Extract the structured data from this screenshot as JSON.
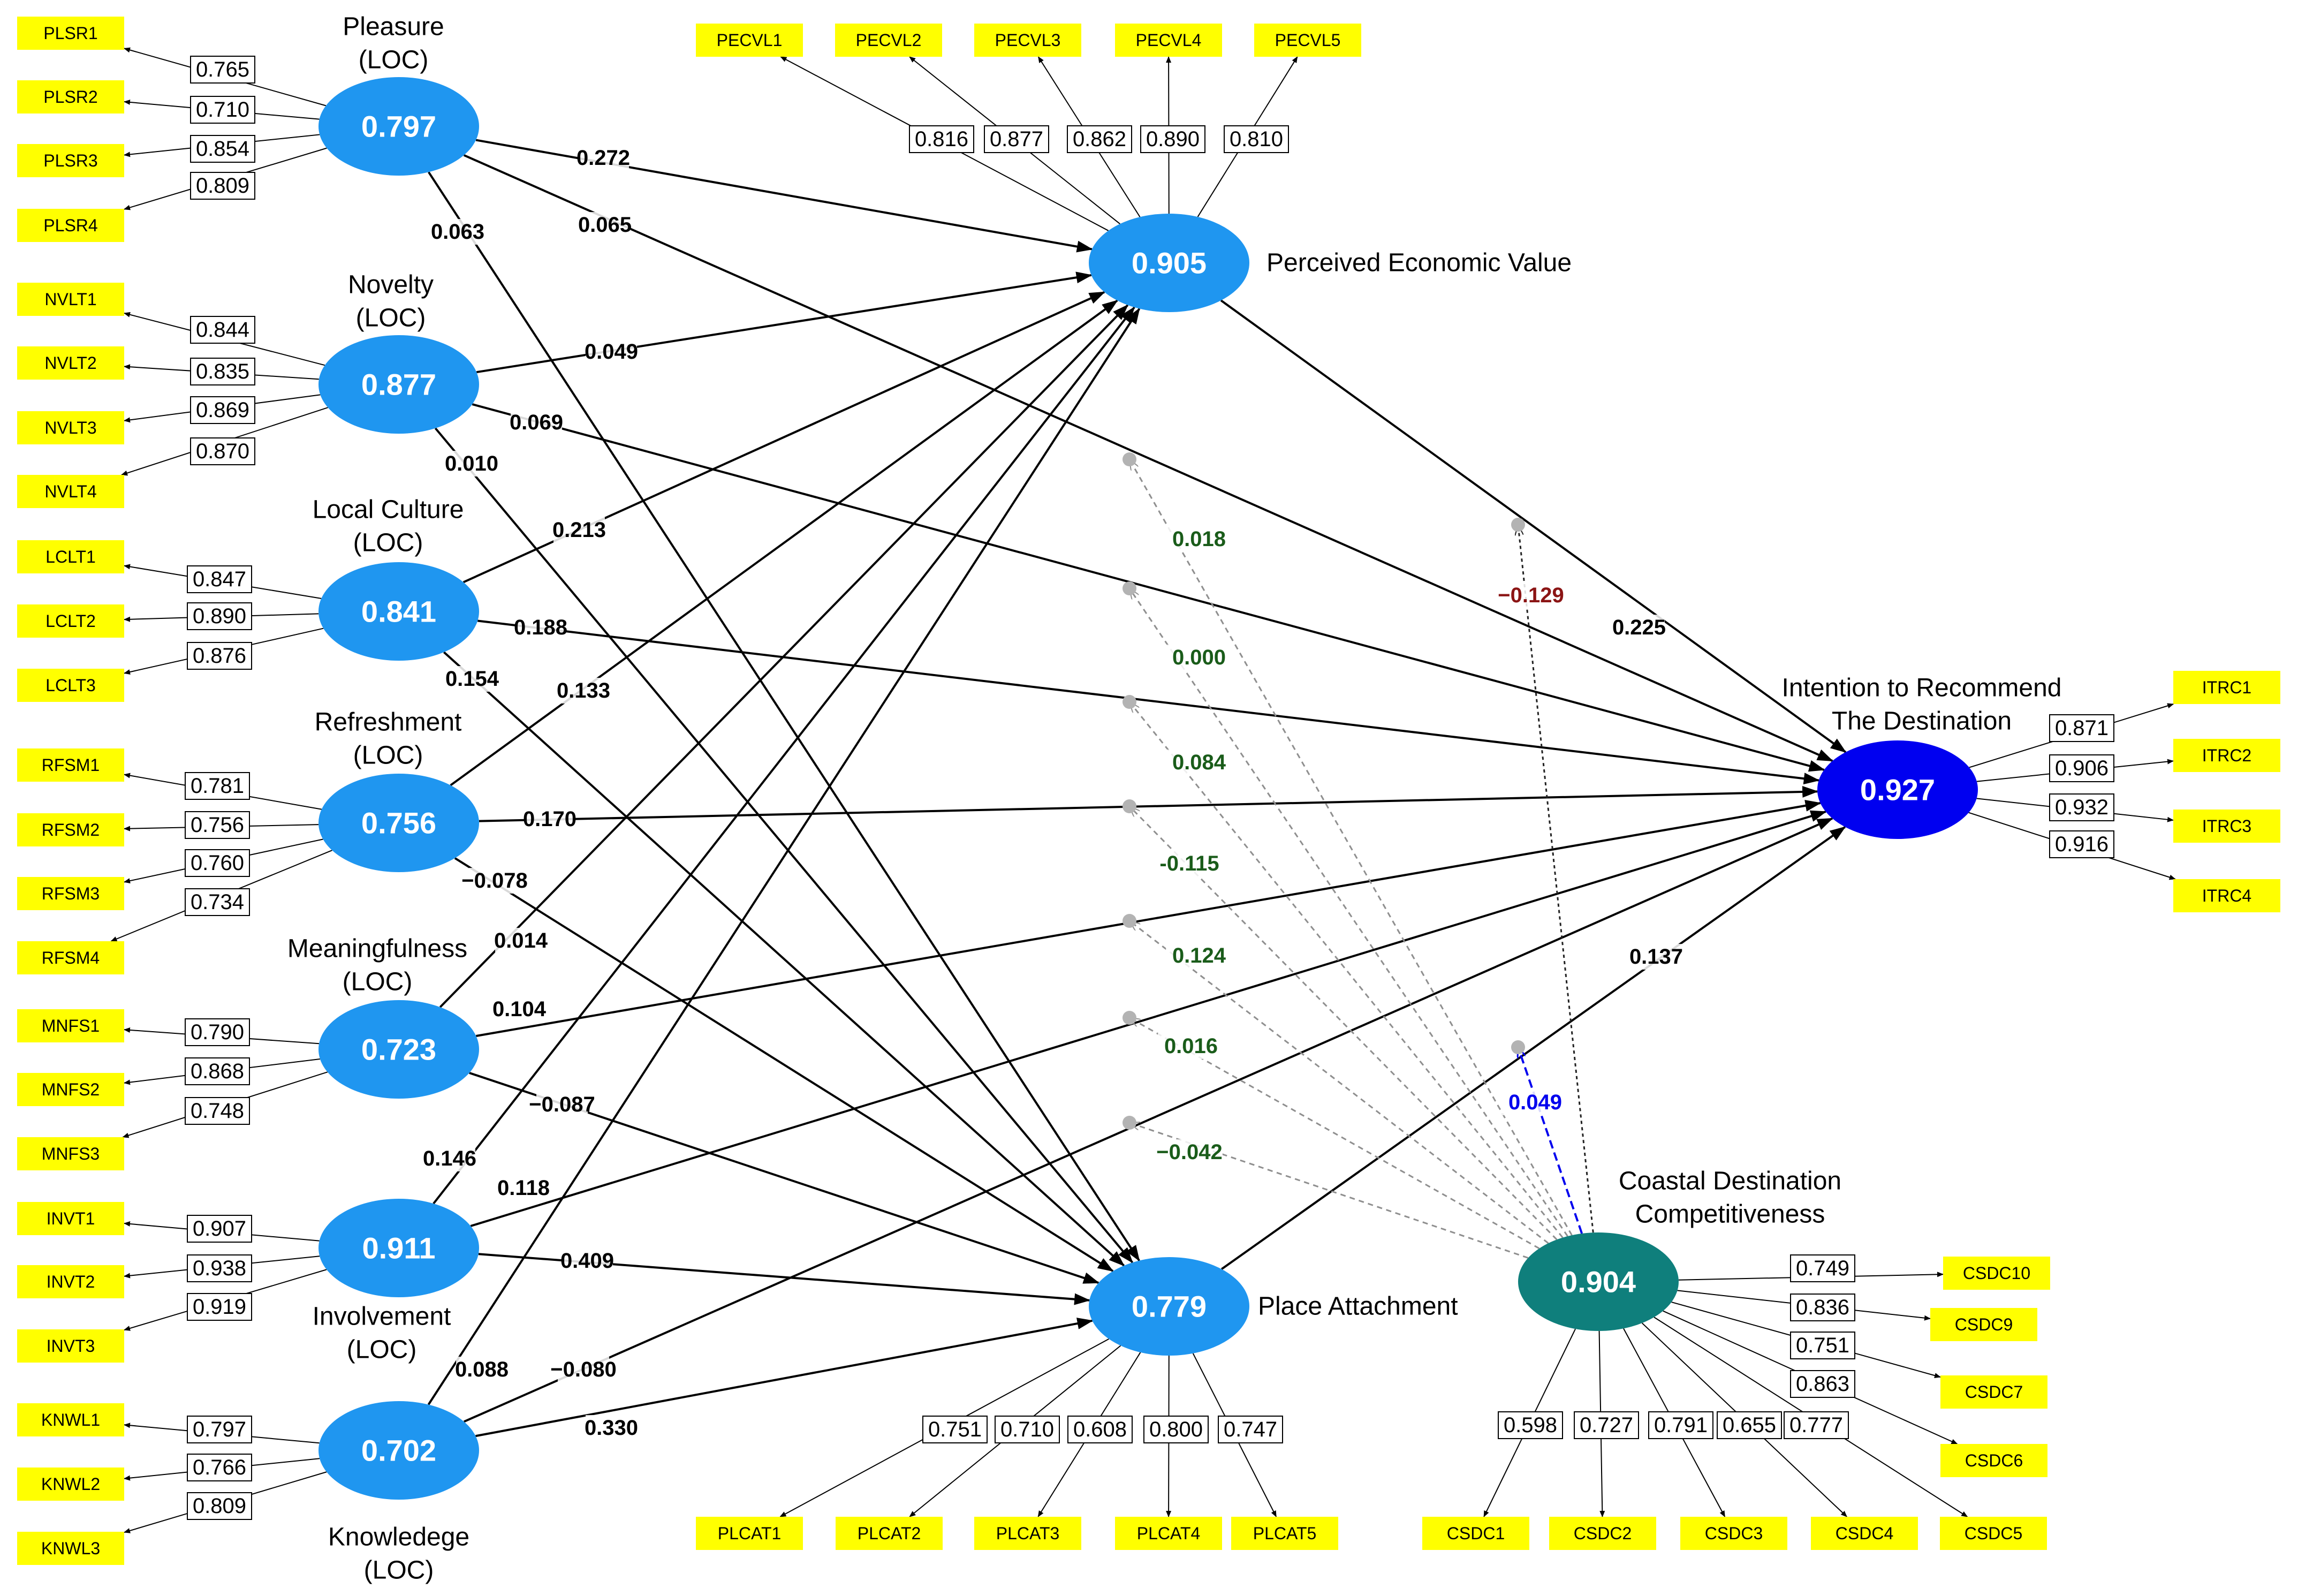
{
  "diagram": {
    "constructs": [
      {
        "id": "PLSR",
        "label": [
          "Pleasure",
          "(LOC)"
        ],
        "r2": "0.797",
        "color": "#1f96f0"
      },
      {
        "id": "NVLT",
        "label": [
          "Novelty",
          "(LOC)"
        ],
        "r2": "0.877",
        "color": "#1f96f0"
      },
      {
        "id": "LCLT",
        "label": [
          "Local Culture",
          "(LOC)"
        ],
        "r2": "0.841",
        "color": "#1f96f0"
      },
      {
        "id": "RFSM",
        "label": [
          "Refreshment",
          "(LOC)"
        ],
        "r2": "0.756",
        "color": "#1f96f0"
      },
      {
        "id": "MNFS",
        "label": [
          "Meaningfulness",
          "(LOC)"
        ],
        "r2": "0.723",
        "color": "#1f96f0"
      },
      {
        "id": "INVT",
        "label": [
          "Involvement",
          "(LOC)"
        ],
        "r2": "0.911",
        "color": "#1f96f0"
      },
      {
        "id": "KNWL",
        "label": [
          "Knowledege",
          "(LOC)"
        ],
        "r2": "0.702",
        "color": "#1f96f0"
      },
      {
        "id": "PECVL",
        "label": [
          "Perceived Economic Value"
        ],
        "r2": "0.905",
        "color": "#1f96f0"
      },
      {
        "id": "PLCAT",
        "label": [
          "Place Attachment"
        ],
        "r2": "0.779",
        "color": "#1f96f0"
      },
      {
        "id": "ITRC",
        "label": [
          "Intention to Recommend",
          "The Destination"
        ],
        "r2": "0.927",
        "color": "#0000f0"
      },
      {
        "id": "CSDC",
        "label": [
          "Coastal Destination",
          "Competitiveness"
        ],
        "r2": "0.904",
        "color": "#0f7f7c"
      }
    ],
    "indicators": [
      {
        "construct": "PLSR",
        "name": "PLSR1",
        "loading": "0.765"
      },
      {
        "construct": "PLSR",
        "name": "PLSR2",
        "loading": "0.710"
      },
      {
        "construct": "PLSR",
        "name": "PLSR3",
        "loading": "0.854"
      },
      {
        "construct": "PLSR",
        "name": "PLSR4",
        "loading": "0.809"
      },
      {
        "construct": "NVLT",
        "name": "NVLT1",
        "loading": "0.844"
      },
      {
        "construct": "NVLT",
        "name": "NVLT2",
        "loading": "0.835"
      },
      {
        "construct": "NVLT",
        "name": "NVLT3",
        "loading": "0.869"
      },
      {
        "construct": "NVLT",
        "name": "NVLT4",
        "loading": "0.870"
      },
      {
        "construct": "LCLT",
        "name": "LCLT1",
        "loading": "0.847"
      },
      {
        "construct": "LCLT",
        "name": "LCLT2",
        "loading": "0.890"
      },
      {
        "construct": "LCLT",
        "name": "LCLT3",
        "loading": "0.876"
      },
      {
        "construct": "RFSM",
        "name": "RFSM1",
        "loading": "0.781"
      },
      {
        "construct": "RFSM",
        "name": "RFSM2",
        "loading": "0.756"
      },
      {
        "construct": "RFSM",
        "name": "RFSM3",
        "loading": "0.760"
      },
      {
        "construct": "RFSM",
        "name": "RFSM4",
        "loading": "0.734"
      },
      {
        "construct": "MNFS",
        "name": "MNFS1",
        "loading": "0.790"
      },
      {
        "construct": "MNFS",
        "name": "MNFS2",
        "loading": "0.868"
      },
      {
        "construct": "MNFS",
        "name": "MNFS3",
        "loading": "0.748"
      },
      {
        "construct": "INVT",
        "name": "INVT1",
        "loading": "0.907"
      },
      {
        "construct": "INVT",
        "name": "INVT2",
        "loading": "0.938"
      },
      {
        "construct": "INVT",
        "name": "INVT3",
        "loading": "0.919"
      },
      {
        "construct": "KNWL",
        "name": "KNWL1",
        "loading": "0.797"
      },
      {
        "construct": "KNWL",
        "name": "KNWL2",
        "loading": "0.766"
      },
      {
        "construct": "KNWL",
        "name": "KNWL3",
        "loading": "0.809"
      },
      {
        "construct": "PECVL",
        "name": "PECVL1",
        "loading": "0.816"
      },
      {
        "construct": "PECVL",
        "name": "PECVL2",
        "loading": "0.877"
      },
      {
        "construct": "PECVL",
        "name": "PECVL3",
        "loading": "0.862"
      },
      {
        "construct": "PECVL",
        "name": "PECVL4",
        "loading": "0.890"
      },
      {
        "construct": "PECVL",
        "name": "PECVL5",
        "loading": "0.810"
      },
      {
        "construct": "PLCAT",
        "name": "PLCAT1",
        "loading": "0.751"
      },
      {
        "construct": "PLCAT",
        "name": "PLCAT2",
        "loading": "0.710"
      },
      {
        "construct": "PLCAT",
        "name": "PLCAT3",
        "loading": "0.608"
      },
      {
        "construct": "PLCAT",
        "name": "PLCAT4",
        "loading": "0.800"
      },
      {
        "construct": "PLCAT",
        "name": "PLCAT5",
        "loading": "0.747"
      },
      {
        "construct": "ITRC",
        "name": "ITRC1",
        "loading": "0.871"
      },
      {
        "construct": "ITRC",
        "name": "ITRC2",
        "loading": "0.906"
      },
      {
        "construct": "ITRC",
        "name": "ITRC3",
        "loading": "0.932"
      },
      {
        "construct": "ITRC",
        "name": "ITRC4",
        "loading": "0.916"
      },
      {
        "construct": "CSDC",
        "name": "CSDC10",
        "loading": "0.749"
      },
      {
        "construct": "CSDC",
        "name": "CSDC9",
        "loading": "0.836"
      },
      {
        "construct": "CSDC",
        "name": "CSDC7",
        "loading": "0.751"
      },
      {
        "construct": "CSDC",
        "name": "CSDC6",
        "loading": "0.863"
      },
      {
        "construct": "CSDC",
        "name": "CSDC5",
        "loading": "0.777"
      },
      {
        "construct": "CSDC",
        "name": "CSDC4",
        "loading": "0.655"
      },
      {
        "construct": "CSDC",
        "name": "CSDC3",
        "loading": "0.791"
      },
      {
        "construct": "CSDC",
        "name": "CSDC2",
        "loading": "0.727"
      },
      {
        "construct": "CSDC",
        "name": "CSDC1",
        "loading": "0.598"
      }
    ],
    "paths": [
      {
        "from": "PLSR",
        "to": "PECVL",
        "coef": "0.272"
      },
      {
        "from": "PLSR",
        "to": "PLCAT",
        "coef": "0.063"
      },
      {
        "from": "PLSR",
        "to": "ITRC",
        "coef": "0.065"
      },
      {
        "from": "NVLT",
        "to": "PECVL",
        "coef": "0.049"
      },
      {
        "from": "NVLT",
        "to": "PLCAT",
        "coef": "0.010"
      },
      {
        "from": "NVLT",
        "to": "ITRC",
        "coef": "0.069"
      },
      {
        "from": "LCLT",
        "to": "PECVL",
        "coef": "0.213"
      },
      {
        "from": "LCLT",
        "to": "PLCAT",
        "coef": "0.154"
      },
      {
        "from": "LCLT",
        "to": "ITRC",
        "coef": "0.188"
      },
      {
        "from": "RFSM",
        "to": "PECVL",
        "coef": "0.133"
      },
      {
        "from": "RFSM",
        "to": "PLCAT",
        "coef": "−0.078"
      },
      {
        "from": "RFSM",
        "to": "ITRC",
        "coef": "0.170"
      },
      {
        "from": "MNFS",
        "to": "PECVL",
        "coef": "0.014"
      },
      {
        "from": "MNFS",
        "to": "PLCAT",
        "coef": "−0.087"
      },
      {
        "from": "MNFS",
        "to": "ITRC",
        "coef": "0.104"
      },
      {
        "from": "INVT",
        "to": "PECVL",
        "coef": "0.146"
      },
      {
        "from": "INVT",
        "to": "PLCAT",
        "coef": "0.409"
      },
      {
        "from": "INVT",
        "to": "ITRC",
        "coef": "0.118"
      },
      {
        "from": "KNWL",
        "to": "PECVL",
        "coef": "0.088"
      },
      {
        "from": "KNWL",
        "to": "PLCAT",
        "coef": "0.330"
      },
      {
        "from": "KNWL",
        "to": "ITRC",
        "coef": "−0.080"
      },
      {
        "from": "PECVL",
        "to": "ITRC",
        "coef": "0.225"
      },
      {
        "from": "PLCAT",
        "to": "ITRC",
        "coef": "0.137"
      }
    ],
    "moderations": [
      {
        "target": "PLSR-PLCAT",
        "coef": "0.018",
        "color": "#1a5c1a"
      },
      {
        "target": "NVLT-PLCAT",
        "coef": "0.000",
        "color": "#1a5c1a"
      },
      {
        "target": "LCLT-PLCAT",
        "coef": "0.084",
        "color": "#1a5c1a"
      },
      {
        "target": "RFSM-PLCAT",
        "coef": "-0.115",
        "color": "#1a5c1a"
      },
      {
        "target": "MNFS-PLCAT",
        "coef": "0.124",
        "color": "#1a5c1a"
      },
      {
        "target": "INVT-PLCAT",
        "coef": "0.016",
        "color": "#1a5c1a"
      },
      {
        "target": "KNWL-PLCAT",
        "coef": "−0.042",
        "color": "#1a5c1a"
      },
      {
        "target": "PECVL-ITRC",
        "coef": "−0.129",
        "color": "#8b1414"
      },
      {
        "target": "PLCAT-ITRC",
        "coef": "0.049",
        "color": "#0000ee"
      }
    ],
    "colors": {
      "indicator_fill": "#ffff00",
      "construct_blue": "#1f96f0",
      "target_blue": "#0000f0",
      "moderator_teal": "#0f7f7c",
      "path_line": "#000000",
      "moderation_line": "#8f8f8f"
    }
  }
}
